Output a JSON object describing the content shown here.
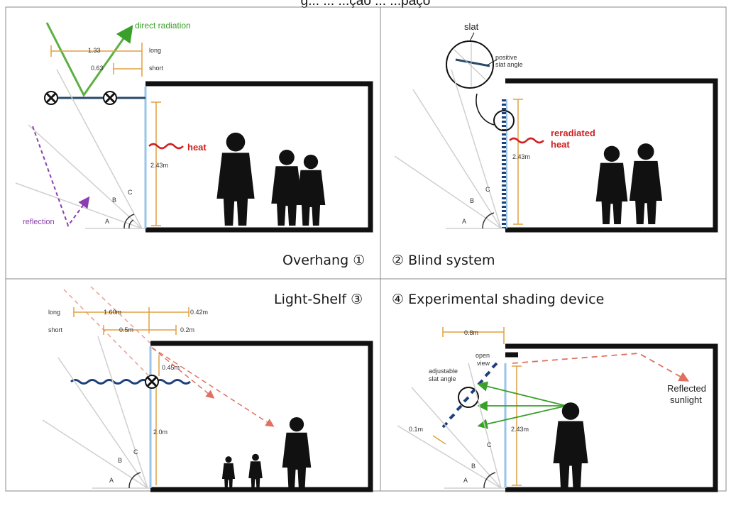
{
  "header": {
    "title": "g... ... ...ção ... ...paço"
  },
  "panels": {
    "overhang": {
      "caption": "Overhang ①",
      "direct_radiation": "direct radiation",
      "long_label": "long",
      "short_label": "short",
      "dim_long": "1.33",
      "dim_short": "0.63",
      "heat_label": "heat",
      "height": "2.43m",
      "reflection": "reflection",
      "angle_a": "A",
      "angle_b": "B",
      "angle_c": "C"
    },
    "blind": {
      "caption": "② Blind system",
      "slat": "slat",
      "positive_slat_angle_1": "positive",
      "positive_slat_angle_2": "slat angle",
      "reradiated_1": "reradiated",
      "reradiated_2": "heat",
      "height": "2.43m",
      "angle_a": "A",
      "angle_b": "B",
      "angle_c": "C"
    },
    "lightshelf": {
      "caption": "Light-Shelf ③",
      "long_label": "long",
      "short_label": "short",
      "dim_long_out": "1.60m",
      "dim_long_in": "0.42m",
      "dim_short_out": "0.5m",
      "dim_short_in": "0.2m",
      "shelf_height": "0.45m",
      "height": "2.0m",
      "angle_a": "A",
      "angle_b": "B",
      "angle_c": "C"
    },
    "experimental": {
      "caption": "④ Experimental shading device",
      "dim_top": "0.8m",
      "open_view_1": "open",
      "open_view_2": "view",
      "adjustable_1": "adjustable",
      "adjustable_2": "slat angle",
      "dim_slat": "0.1m",
      "height": "2.43m",
      "reflected_1": "Reflected",
      "reflected_2": "sunlight",
      "angle_a": "A",
      "angle_b": "B",
      "angle_c": "C"
    }
  }
}
